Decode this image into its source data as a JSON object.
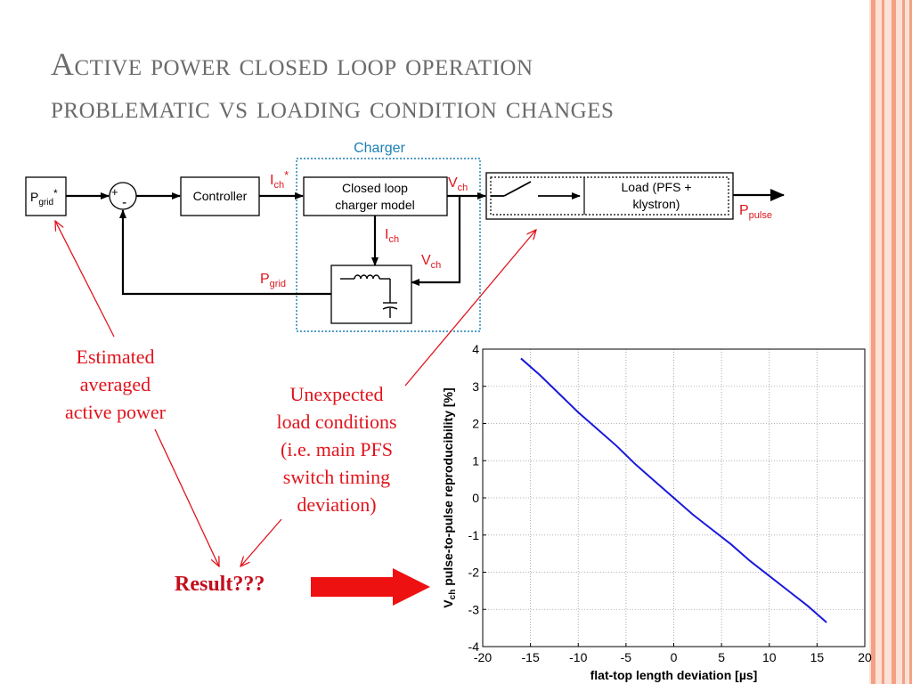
{
  "slide": {
    "title_line1": "Active power closed loop operation",
    "title_line2": "problematic vs loading condition changes",
    "accent_color": "#f4a083"
  },
  "diagram": {
    "charger_label": "Charger",
    "pgrid_ref": {
      "main": "P",
      "sub": "grid",
      "sup": "*"
    },
    "sum_plus": "+",
    "sum_minus": "-",
    "controller_label": "Controller",
    "ich_ref": {
      "main": "I",
      "sub": "ch",
      "sup": "*"
    },
    "charger_model_line1": "Closed loop",
    "charger_model_line2": "charger model",
    "vch_out": {
      "main": "V",
      "sub": "ch"
    },
    "ich": {
      "main": "I",
      "sub": "ch"
    },
    "vch": {
      "main": "V",
      "sub": "ch"
    },
    "pgrid": {
      "main": "P",
      "sub": "grid"
    },
    "load_line1": "Load (PFS +",
    "load_line2": "klystron)",
    "ppulse": {
      "main": "P",
      "sub": "pulse"
    }
  },
  "annotations": {
    "estimated_lines": [
      "Estimated",
      "averaged",
      "active power"
    ],
    "unexpected_lines": [
      "Unexpected",
      "load conditions",
      "(i.e. main PFS",
      "switch timing",
      "deviation)"
    ],
    "result": "Result???"
  },
  "chart_data": {
    "type": "line",
    "xlabel": "flat-top length deviation [µs]",
    "ylabel_main": "V",
    "ylabel_sub": "ch",
    "ylabel_rest": " pulse-to-pulse reproducibility [%]",
    "xlim": [
      -20,
      20
    ],
    "ylim": [
      -4,
      4
    ],
    "xticks": [
      -20,
      -15,
      -10,
      -5,
      0,
      5,
      10,
      15,
      20
    ],
    "yticks": [
      -4,
      -3,
      -2,
      -1,
      0,
      1,
      2,
      3,
      4
    ],
    "grid": true,
    "line_color": "#1a1adc",
    "series": [
      {
        "x": [
          -16,
          -14,
          -12,
          -10,
          -8,
          -6,
          -4,
          -2,
          0,
          2,
          4,
          6,
          8,
          10,
          12,
          14,
          16
        ],
        "y": [
          3.75,
          3.3,
          2.8,
          2.3,
          1.85,
          1.4,
          0.9,
          0.45,
          0.0,
          -0.45,
          -0.85,
          -1.25,
          -1.7,
          -2.1,
          -2.5,
          -2.9,
          -3.35
        ]
      }
    ]
  }
}
